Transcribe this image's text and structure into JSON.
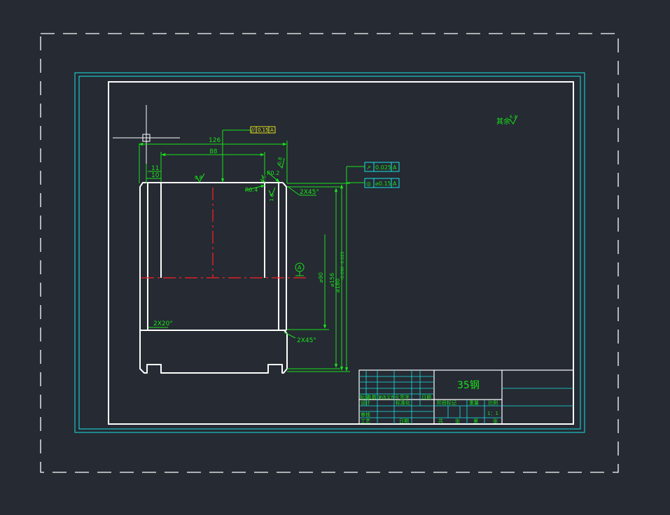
{
  "colors": {
    "background": "#252a33",
    "frame": "#ffffff",
    "border_cyan": "#19e3e3",
    "dimension": "#19e319",
    "centerline": "#ff2222",
    "tolerance_box": "#e3e319"
  },
  "dimensions": {
    "d126": "126",
    "d88": "88",
    "d11": "11",
    "d10": "10",
    "r02": "R0.2",
    "r04": "R0.4",
    "c_2x45_top": "2X45°",
    "c_2x45_bottom": "2X45°",
    "c_2x20": "2X20°",
    "dia90": "⌀90",
    "dia156": "⌀156",
    "dia180": "⌀180",
    "tol_180": "-0.090 -0.025",
    "rough_08a": "0.8",
    "rough_08b": "0.8",
    "rough_16a": "1.6",
    "rough_16b": "1.6",
    "datum": "A"
  },
  "tolerances": {
    "parallel": {
      "symbol": "//",
      "value": "0.15",
      "datum": "A"
    },
    "runout": {
      "symbol": "↗",
      "value": "0.025",
      "datum": "A"
    },
    "concentricity": {
      "symbol": "◎",
      "value": "⌀0.15",
      "datum": "A"
    }
  },
  "rest_note": {
    "text": "其余",
    "roughness": "6.3"
  },
  "title_block": {
    "material": "35钢",
    "row_labels": [
      "标记",
      "处数",
      "更改文件号",
      "签字",
      "日期"
    ],
    "design": "设计",
    "standardize": "标准化",
    "stage": "阶段标记",
    "weight": "重量",
    "scale_label": "比例",
    "scale": "1：1",
    "check": "审核",
    "process": "工艺",
    "date": "日期",
    "total": "共",
    "sheets": "张",
    "sheet_no": "第",
    "sheet": "张"
  }
}
